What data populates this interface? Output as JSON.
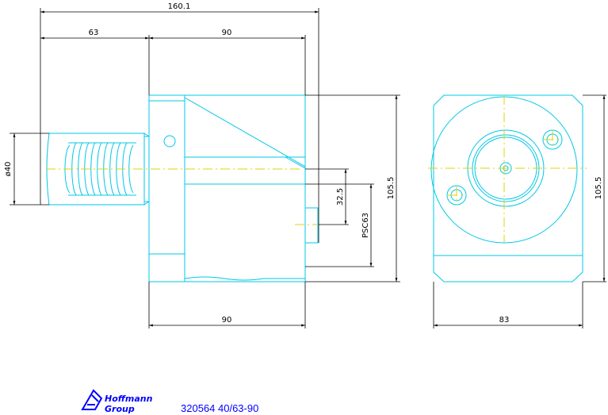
{
  "dimensions": {
    "total_length": "160.1",
    "shank_length": "63",
    "body_length_top": "90",
    "body_length_bottom": "90",
    "shank_diameter": "ø40",
    "center_offset": "32.5",
    "interface": "PSC63",
    "height_side": "105.5",
    "height_front": "105.5",
    "width_front": "83"
  },
  "footer": {
    "logo_line1": "Hoffmann",
    "logo_line2": "Group",
    "part_number": "320564 40/63-90"
  },
  "colors": {
    "outline": "#00c8e6",
    "centerline": "#e6d200",
    "dimension": "#000000",
    "brand": "#0000ff"
  }
}
